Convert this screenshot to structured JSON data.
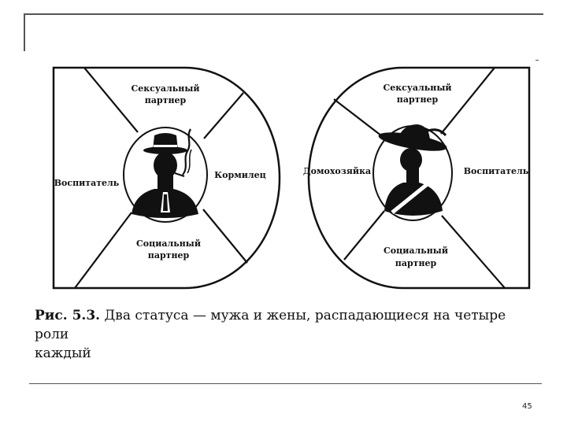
{
  "husband": {
    "top_line1": "Сексуальный",
    "top_line2": "партнер",
    "left": "Воспитатель",
    "right": "Кормилец",
    "bottom_line1": "Социальный",
    "bottom_line2": "партнер"
  },
  "wife": {
    "top_line1": "Сексуальный",
    "top_line2": "партнер",
    "left": "Домохозяйка",
    "right": "Воспитатель",
    "bottom_line1": "Социальный",
    "bottom_line2": "партнер"
  },
  "caption": {
    "label": "Рис. 5.3.",
    "text_line1": " Два статуса — мужа и жены, распадающиеся на четыре роли",
    "text_line2": "каждый"
  },
  "page_number": "45"
}
